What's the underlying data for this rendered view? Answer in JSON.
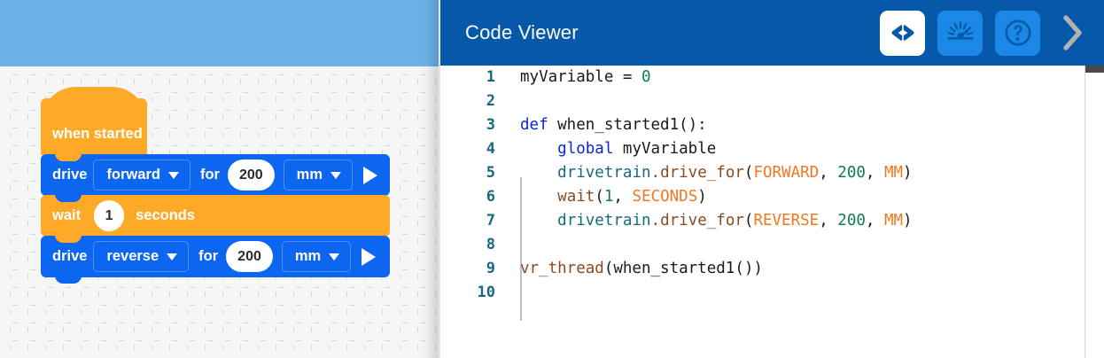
{
  "workspace": {
    "name": "blocks-workspace",
    "topbar_color": "#6cb2e8",
    "canvas_color": "#f6f6f6",
    "blocks": [
      {
        "kind": "hat",
        "name": "when-started-block",
        "label": "when started",
        "color": "#ffa929"
      },
      {
        "kind": "statement",
        "name": "drive-forward-block",
        "color": "#0c66f0",
        "verb": "drive",
        "direction": "forward",
        "connector": "for",
        "amount": "200",
        "unit": "mm",
        "run_icon": "play-icon"
      },
      {
        "kind": "statement",
        "name": "wait-block",
        "color": "#ffa929",
        "verb": "wait",
        "amount": "1",
        "unit_label": "seconds"
      },
      {
        "kind": "statement",
        "name": "drive-reverse-block",
        "color": "#0c66f0",
        "verb": "drive",
        "direction": "reverse",
        "connector": "for",
        "amount": "200",
        "unit": "mm",
        "run_icon": "play-icon"
      }
    ]
  },
  "code_viewer": {
    "title": "Code Viewer",
    "header_color": "#0659a8",
    "buttons": [
      {
        "name": "code-view-button",
        "icon": "code-brackets-icon",
        "state": "active",
        "background": "#ffffff"
      },
      {
        "name": "dashboard-button",
        "icon": "gauge-icon",
        "state": "inactive",
        "background": "#1b87e6"
      },
      {
        "name": "help-button",
        "icon": "question-mark-icon",
        "state": "inactive",
        "background": "#1b87e6"
      },
      {
        "name": "collapse-panel-button",
        "icon": "chevron-right-icon",
        "state": "inactive",
        "background": "transparent"
      }
    ],
    "language": "Python",
    "line_numbers": [
      "1",
      "2",
      "3",
      "4",
      "5",
      "6",
      "7",
      "8",
      "9",
      "10"
    ],
    "lines": [
      {
        "n": "1",
        "text": "myVariable = 0"
      },
      {
        "n": "2",
        "text": ""
      },
      {
        "n": "3",
        "text": "def when_started1():"
      },
      {
        "n": "4",
        "text": "    global myVariable"
      },
      {
        "n": "5",
        "text": "    drivetrain.drive_for(FORWARD, 200, MM)"
      },
      {
        "n": "6",
        "text": "    wait(1, SECONDS)"
      },
      {
        "n": "7",
        "text": "    drivetrain.drive_for(REVERSE, 200, MM)"
      },
      {
        "n": "8",
        "text": ""
      },
      {
        "n": "9",
        "text": "vr_thread(when_started1())"
      },
      {
        "n": "10",
        "text": ""
      }
    ],
    "tokens": {
      "l1_var": "myVariable",
      "l1_eq": " = ",
      "l1_zero": "0",
      "l3_def": "def",
      "l3_rest": " when_started1():",
      "l4_global": "global",
      "l4_rest": " myVariable",
      "l5_obj": "drivetrain",
      "l5_dot": ".",
      "l5_fn": "drive_for",
      "l5_open": "(",
      "l5_const": "FORWARD",
      "l5_comma1": ", ",
      "l5_num": "200",
      "l5_comma2": ", ",
      "l5_unit": "MM",
      "l5_close": ")",
      "l6_fn": "wait",
      "l6_open": "(",
      "l6_num": "1",
      "l6_comma": ", ",
      "l6_const": "SECONDS",
      "l6_close": ")",
      "l7_obj": "drivetrain",
      "l7_dot": ".",
      "l7_fn": "drive_for",
      "l7_open": "(",
      "l7_const": "REVERSE",
      "l7_comma1": ", ",
      "l7_num": "200",
      "l7_comma2": ", ",
      "l7_unit": "MM",
      "l7_close": ")",
      "l9_fn": "vr_thread",
      "l9_rest": "(when_started1())"
    },
    "syntax_colors": {
      "keyword": "#0b26d8",
      "number": "#0f7d4c",
      "function": "#8a4b22",
      "object": "#17697f",
      "constant": "#f07820",
      "plain": "#1a1a1a",
      "line_number": "#17697f"
    }
  }
}
